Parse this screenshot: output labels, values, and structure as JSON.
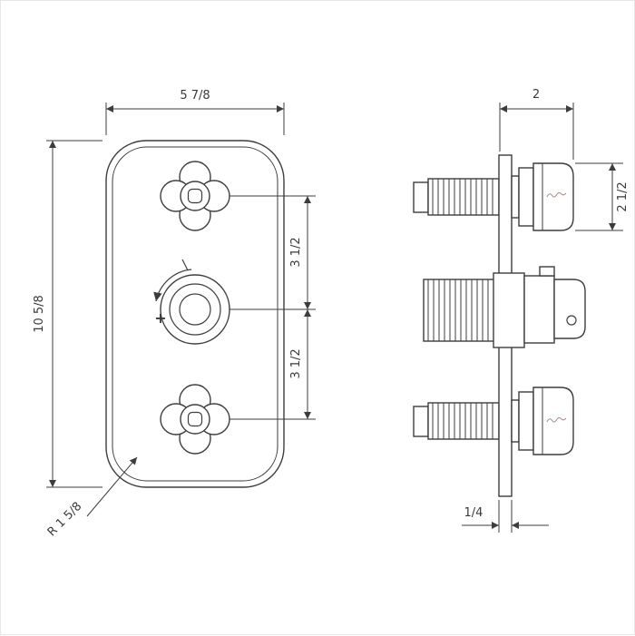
{
  "drawing": {
    "background": "#ffffff",
    "frame_border": "#e7e7e7",
    "line_color": "#3d3d3d",
    "brand_mark_color": "#a98a8a",
    "front_view": {
      "dim_width": "5 7/8",
      "dim_height": "10 5/8",
      "dim_top_spacing": "3 1/2",
      "dim_bottom_spacing": "3 1/2",
      "dim_corner_radius": "R 1 5/8",
      "dial_plus_label": "+"
    },
    "side_view": {
      "dim_depth": "2",
      "dim_handle_height": "2 1/2",
      "dim_plate_thickness": "1/4"
    }
  }
}
